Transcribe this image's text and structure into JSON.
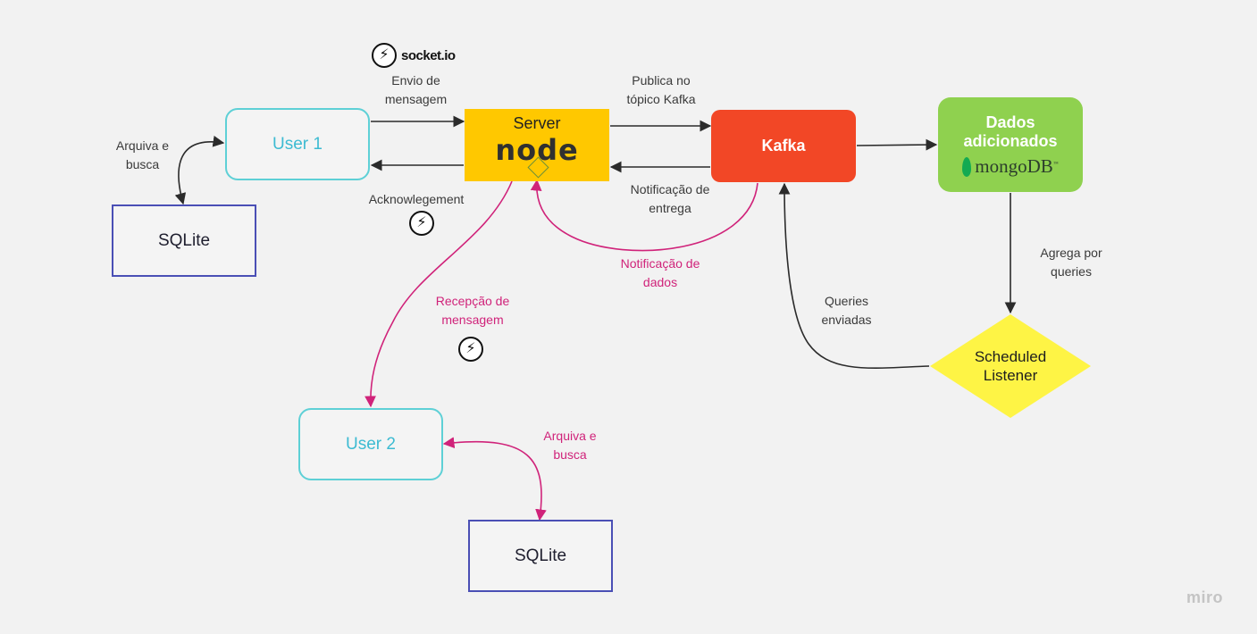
{
  "nodes": {
    "user1": "User 1",
    "user2": "User 2",
    "sqlite1": "SQLite",
    "sqlite2": "SQLite",
    "server": "Server",
    "server_logo": "node",
    "kafka": "Kafka",
    "mongo_title": "Dados adicionados",
    "mongo_logo": "mongoDB",
    "mongo_tm": "™",
    "scheduled_listener": "Scheduled Listener"
  },
  "labels": {
    "arquiva_busca_1": "Arquiva e busca",
    "envio_mensagem": "Envio de mensagem",
    "acknowledgement": "Acknowlegement",
    "publica_topico": "Publica no tópico Kafka",
    "notificacao_entrega": "Notificação de entrega",
    "notificacao_dados": "Notificação de dados",
    "recepcao_mensagem": "Recepção de mensagem",
    "arquiva_busca_2": "Arquiva e busca",
    "agrega_queries": "Agrega por queries",
    "queries_enviadas": "Queries enviadas"
  },
  "branding": {
    "socketio_label": "socket.io",
    "socketio_glyph": "⚡",
    "watermark": "miro"
  },
  "colors": {
    "background": "#f2f2f2",
    "user_border": "#5ed0d6",
    "user_text": "#3dbbd2",
    "sqlite_border": "#4a4fb5",
    "server_fill": "#ffc800",
    "kafka_fill": "#f24726",
    "mongo_fill": "#8fd14f",
    "listener_fill": "#fef445",
    "pink_connector": "#d0237a",
    "dark_connector": "#2b2b2b"
  }
}
